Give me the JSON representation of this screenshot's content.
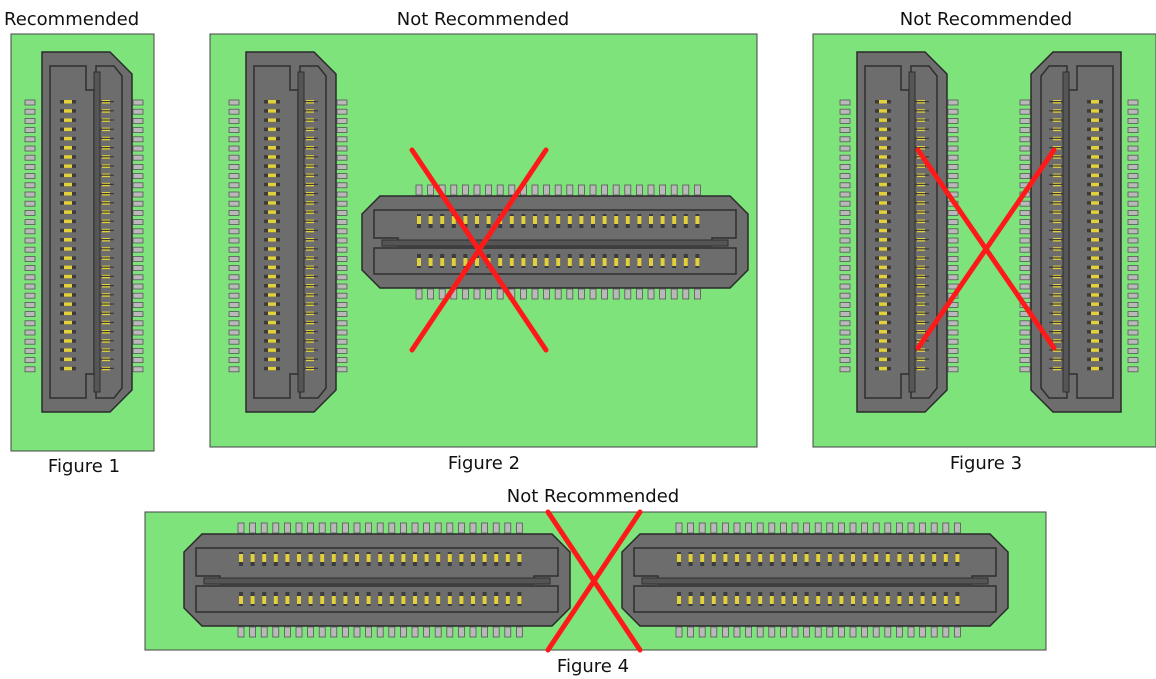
{
  "colors": {
    "board_fill": "#7ee37b",
    "board_stroke": "#444444",
    "connector_fill": "#6d6d6d",
    "connector_stroke": "#2a2a2a",
    "contact_fill": "#e2d13c",
    "pad_fill": "#b9b9b9",
    "cross": "#ff1a1a"
  },
  "icons": {
    "cross": "red-x-mark"
  },
  "figures": [
    {
      "id": "fig1",
      "heading": "Recommended",
      "caption": "Figure 1",
      "verdict": "recommended"
    },
    {
      "id": "fig2",
      "heading": "Not Recommended",
      "caption": "Figure 2",
      "verdict": "not-recommended"
    },
    {
      "id": "fig3",
      "heading": "Not Recommended",
      "caption": "Figure 3",
      "verdict": "not-recommended"
    },
    {
      "id": "fig4",
      "heading": "Not Recommended",
      "caption": "Figure 4",
      "verdict": "not-recommended"
    }
  ]
}
